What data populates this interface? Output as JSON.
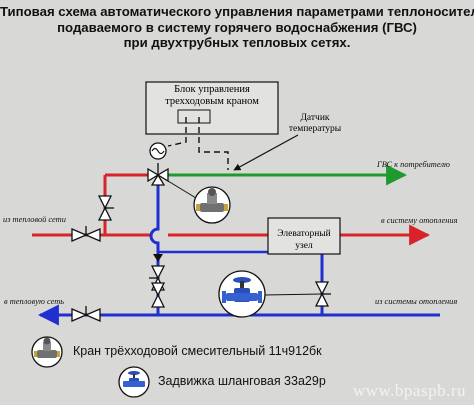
{
  "title": {
    "line1": "Типовая схема автоматического управления параметрами теплоносителя,",
    "line2": "подаваемого в систему горячего водоснабжения (ГВС)",
    "line3": "при двухтрубных тепловых сетях."
  },
  "control_box": {
    "line1": "Блок управления",
    "line2": "трехходовым краном"
  },
  "sensor": {
    "line1": "Датчик",
    "line2": "температуры"
  },
  "elevator": {
    "label": "Элеваторный узел"
  },
  "flows": {
    "dhw_out": "ГВС к потребителю",
    "from_network": "из тепловой сети",
    "to_heating": "в систему отопления",
    "to_network": "в тепловую сеть",
    "from_heating": "из системы отопления"
  },
  "legend": {
    "valve3": "Кран трёхходовой смесительный 11ч912бк",
    "gate": "Задвижка шланговая 33а29р"
  },
  "watermark": "www.bpaspb.ru",
  "colors": {
    "red": "#d8232a",
    "blue": "#1f2fd0",
    "green": "#1f9a2e",
    "black": "#111111"
  }
}
